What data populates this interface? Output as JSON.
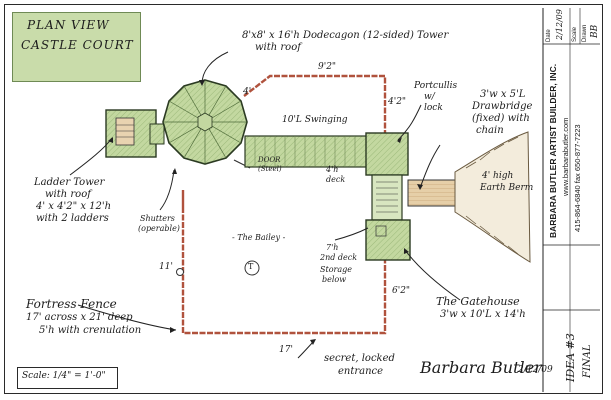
{
  "title": {
    "line1": "PLAN VIEW",
    "line2": "CASTLE COURT"
  },
  "annotations": {
    "tower": "8'x8' x 16'h Dodecagon (12-sided) Tower",
    "tower2": "with roof",
    "top_dim": "9'2\"",
    "left_dim": "4'",
    "right_top_dim": "4'2\"",
    "swing": "10'L Swinging",
    "portcullis": "Portcullis",
    "portcullis2": "w/",
    "portcullis3": "lock",
    "drawbridge": "3'w x 5'L",
    "drawbridge2": "Drawbridge",
    "drawbridge3": "(fixed) with",
    "drawbridge4": "chain",
    "berm": "4' high",
    "berm2": "Earth Berm",
    "ladder1": "Ladder Tower",
    "ladder2": "with roof",
    "ladder3": "4' x 4'2\" x 12'h",
    "ladder4": "with 2 ladders",
    "door": "DOOR",
    "door2": "(Steel)",
    "shutters": "Shutters",
    "shutters2": "(operable)",
    "deck4": "4'h",
    "deck4b": "deck",
    "bailey": "- The Bailey -",
    "deck7": "7'h",
    "deck7b": "2nd deck",
    "storage": "Storage",
    "storage2": "below",
    "left_dim2": "11'",
    "right_dim2": "6'2\"",
    "gatehouse": "The Gatehouse",
    "gatehouse2": "3'w x 10'L x 14'h",
    "fence": "Fortress Fence",
    "fence2": "17' across x 21' deep",
    "fence3": "5'h with crenulation",
    "bottom_dim": "17'",
    "secret": "secret, locked",
    "secret2": "entrance",
    "tree_mark": "T",
    "scale": "Scale: 1/4\" = 1'-0\"",
    "signature": "Barbara Butler",
    "sig_date": "2/12/09"
  },
  "title_block": {
    "company": "BARBARA BUTLER ARTIST BUILDER, INC.",
    "website": "www.barbarabutler.com",
    "phone": "415-864-6840 fax 650-877-7223",
    "date_label": "Date",
    "date": "2/12/09",
    "scale_label": "Scale",
    "drawn_label": "Drawn",
    "drawn": "BB",
    "idea": "IDEA #3",
    "final": "FINAL"
  },
  "colors": {
    "green_fill": "#c3d8a0",
    "green_dark": "#6f8a55",
    "fence_red": "#b0523d",
    "tan": "#d9b98f"
  }
}
